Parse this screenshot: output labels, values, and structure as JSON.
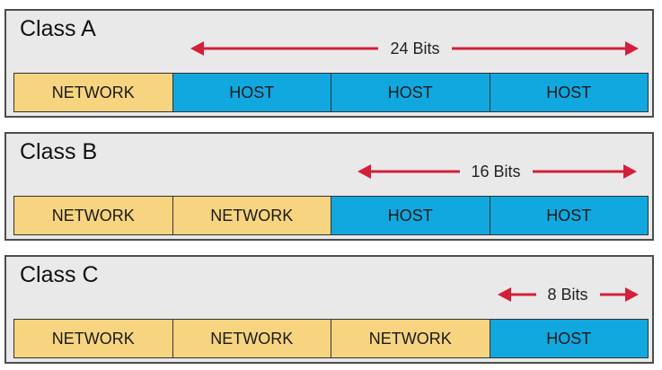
{
  "colors": {
    "network": "#f7d480",
    "host": "#11a8e0",
    "arrow": "#d41f3a",
    "panel_background": "#e9e9e9",
    "panel_border": "#4d4d4d"
  },
  "classes": [
    {
      "title": "Class A",
      "bits_label": "24 Bits",
      "host_octets": 3,
      "octets": [
        {
          "kind": "network",
          "label": "NETWORK"
        },
        {
          "kind": "host",
          "label": "HOST"
        },
        {
          "kind": "host",
          "label": "HOST"
        },
        {
          "kind": "host",
          "label": "HOST"
        }
      ]
    },
    {
      "title": "Class B",
      "bits_label": "16 Bits",
      "host_octets": 2,
      "octets": [
        {
          "kind": "network",
          "label": "NETWORK"
        },
        {
          "kind": "network",
          "label": "NETWORK"
        },
        {
          "kind": "host",
          "label": "HOST"
        },
        {
          "kind": "host",
          "label": "HOST"
        }
      ]
    },
    {
      "title": "Class C",
      "bits_label": "8 Bits",
      "host_octets": 1,
      "octets": [
        {
          "kind": "network",
          "label": "NETWORK"
        },
        {
          "kind": "network",
          "label": "NETWORK"
        },
        {
          "kind": "network",
          "label": "NETWORK"
        },
        {
          "kind": "host",
          "label": "HOST"
        }
      ]
    }
  ]
}
